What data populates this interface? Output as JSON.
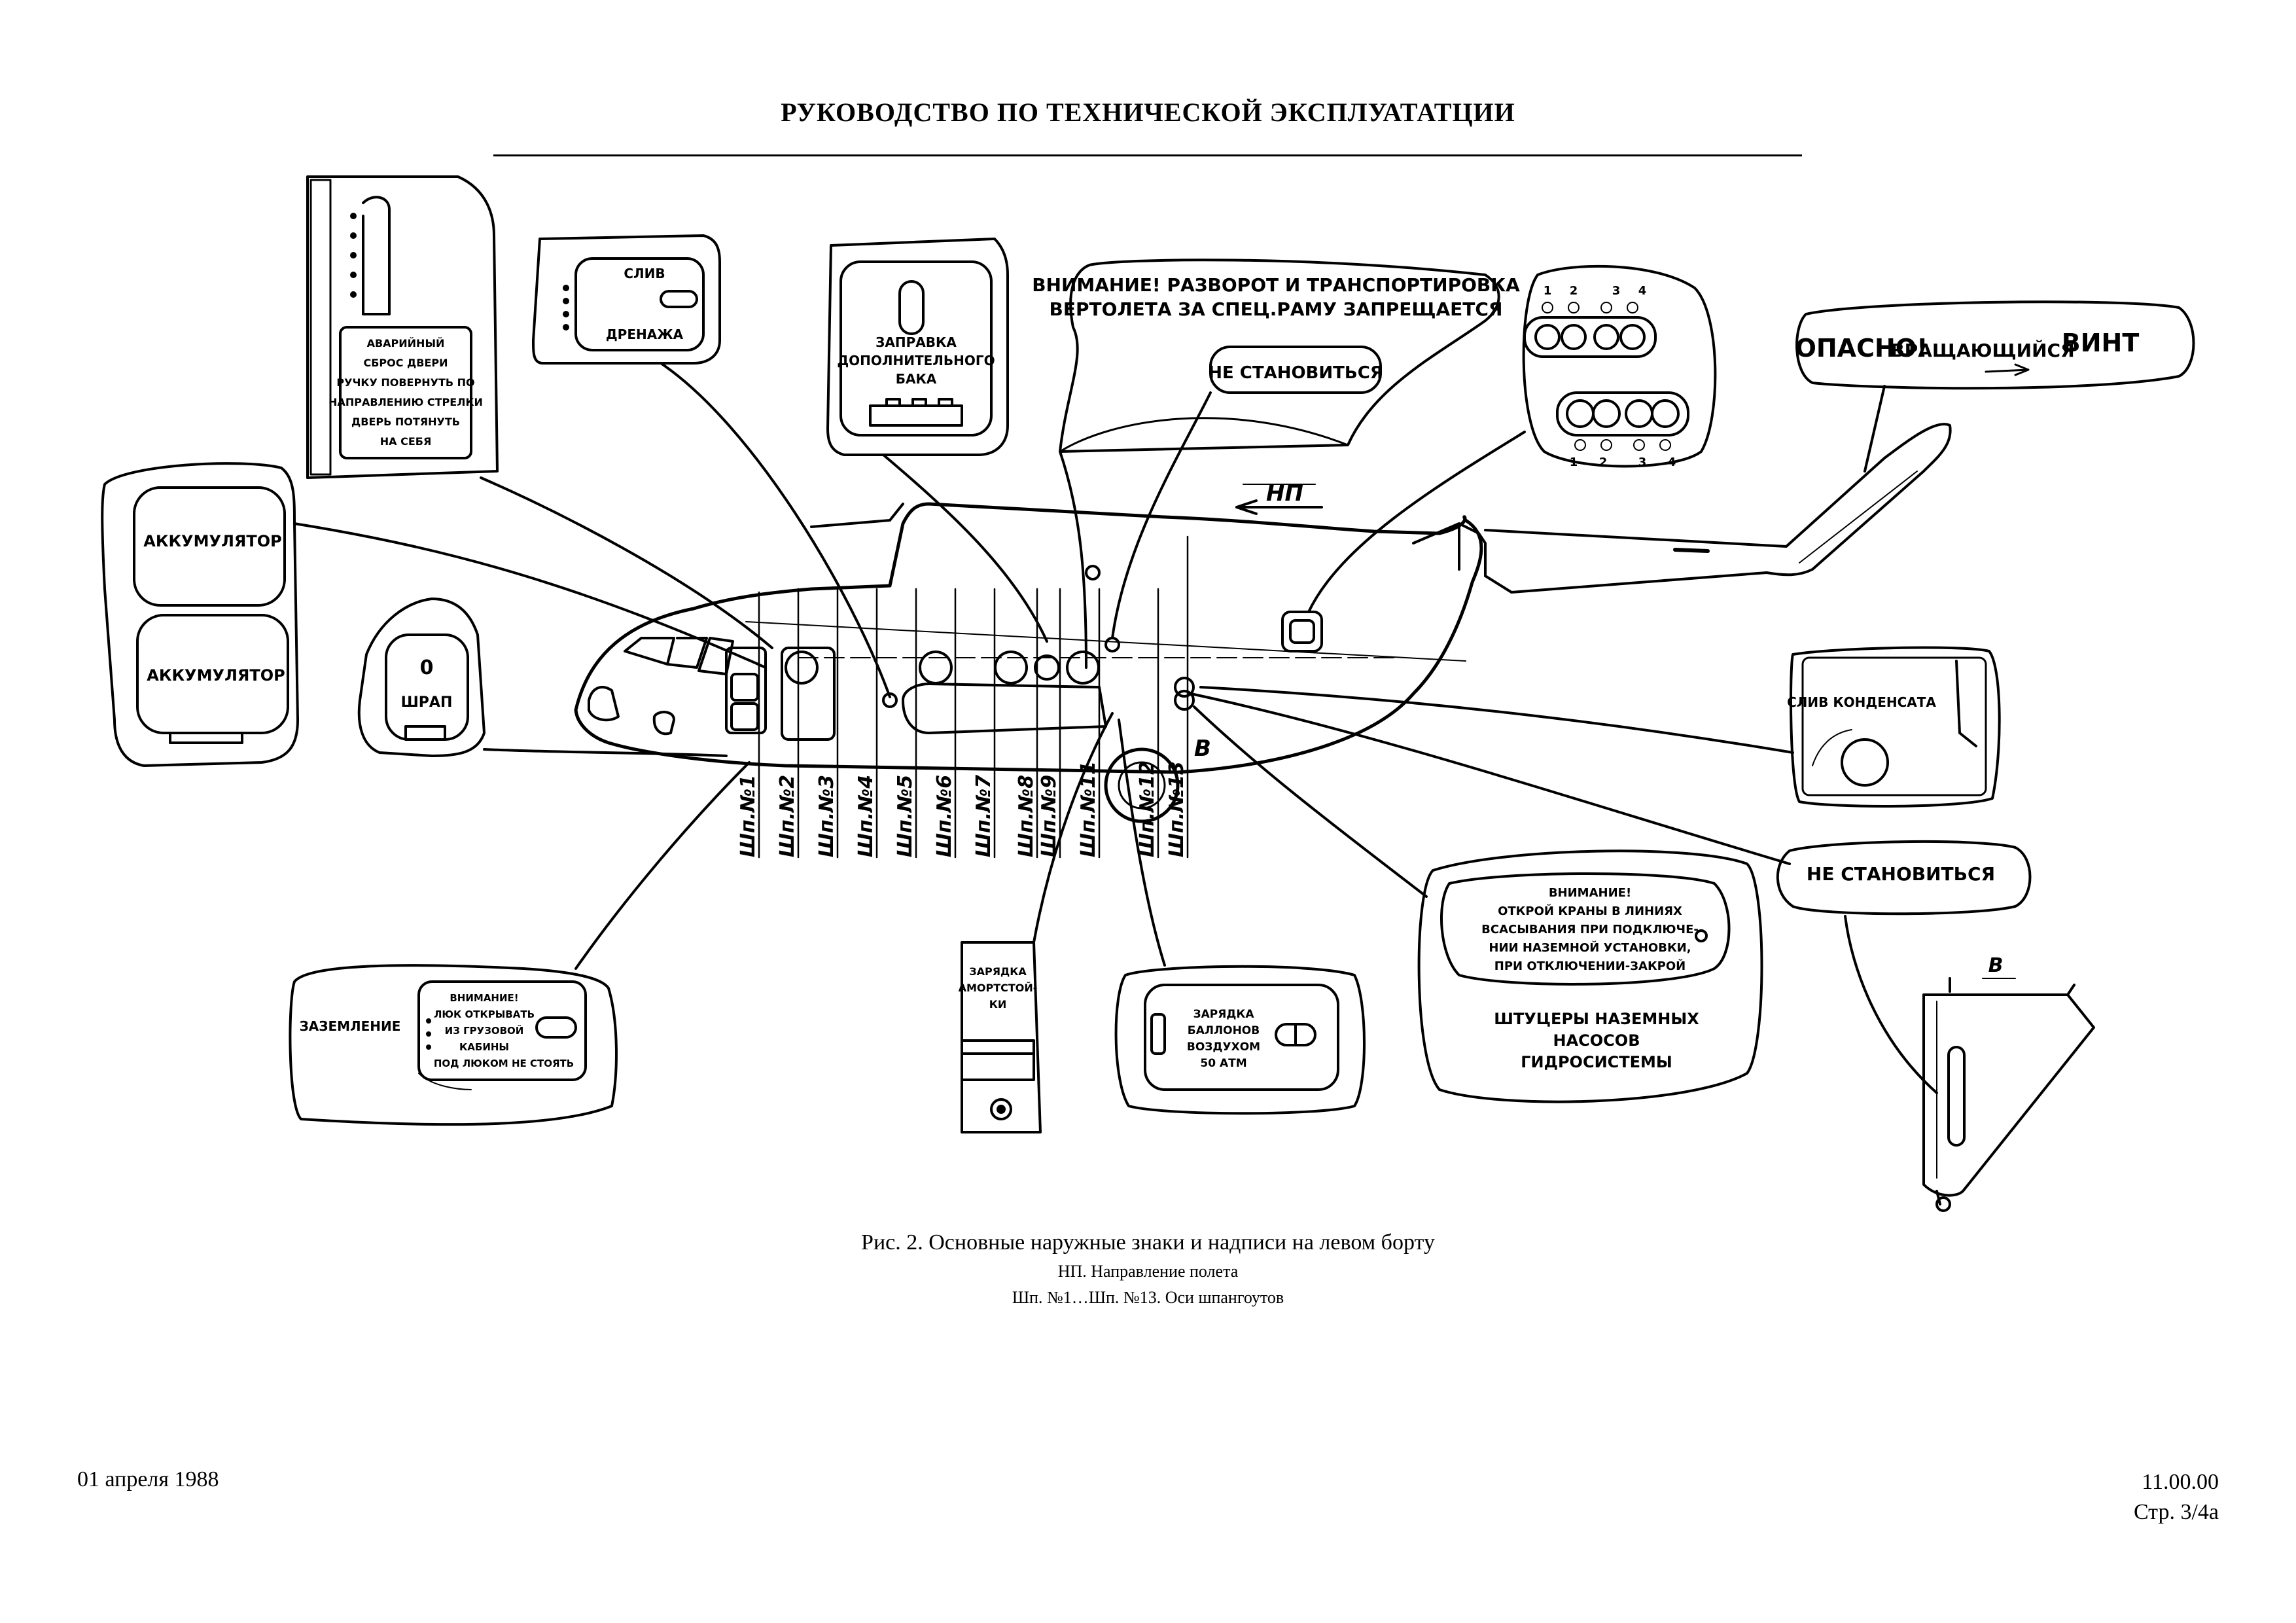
{
  "header": {
    "title": "РУКОВОДСТВО ПО ТЕХНИЧЕСКОЙ ЭКСПЛУАТАТЦИИ"
  },
  "figure": {
    "direction_label": "НП",
    "view_label": "В",
    "frame_labels": [
      "Шп.№1",
      "Шп.№2",
      "Шп.№3",
      "Шп.№4",
      "Шп.№5",
      "Шп.№6",
      "Шп.№7",
      "Шп.№8",
      "Шп.№9",
      "Шп.№11",
      "Шп.№12",
      "Шп.№13"
    ],
    "callouts": {
      "door_emergency": [
        "АВАРИЙНЫЙ",
        "СБРОС ДВЕРИ",
        "РУЧКУ ПОВЕРНУТЬ ПО",
        "НАПРАВЛЕНИЮ СТРЕЛКИ",
        "ДВЕРЬ ПОТЯНУТЬ",
        "НА СЕБЯ"
      ],
      "drain": [
        "СЛИВ",
        "ДРЕНАЖА"
      ],
      "extra_tank": [
        "ЗАПРАВКА",
        "ДОПОЛНИТЕЛЬНОГО",
        "БАКА"
      ],
      "warning_towing": [
        "ВНИМАНИЕ! РАЗВОРОТ И ТРАНСПОРТИРОВКА",
        "ВЕРТОЛЕТА ЗА СПЕЦ.РАМУ ЗАПРЕЩАЕТСЯ"
      ],
      "no_step": "НЕ СТАНОВИТЬСЯ",
      "connectors_top": [
        "1",
        "2",
        "3",
        "4"
      ],
      "connectors_bottom": [
        "1",
        "2",
        "3",
        "4"
      ],
      "danger_rotor": [
        "ОПАСНО!",
        "ВРАЩАЮЩИЙСЯ",
        "ВИНТ"
      ],
      "battery": "АККУМУЛЯТОР",
      "shrap": [
        "0",
        "ШРАП"
      ],
      "condensate": "СЛИВ КОНДЕНСАТА",
      "no_step_2": "НЕ СТАНОВИТЬСЯ",
      "hydraulic_warning": [
        "ВНИМАНИЕ!",
        "ОТКРОЙ КРАНЫ В ЛИНИЯХ",
        "ВСАСЫВАНИЯ ПРИ ПОДКЛЮЧЕ-",
        "НИИ НАЗЕМНОЙ УСТАНОВКИ,",
        "ПРИ ОТКЛЮЧЕНИИ-ЗАКРОЙ"
      ],
      "hydraulic_caption": [
        "ШТУЦЕРЫ НАЗЕМНЫХ",
        "НАСОСОВ",
        "ГИДРОСИСТЕМЫ"
      ],
      "grounding": "ЗАЗЕМЛЕНИЕ",
      "cargo_hatch": [
        "ВНИМАНИЕ!",
        "ЛЮК ОТКРЫВАТЬ",
        "ИЗ ГРУЗОВОЙ",
        "КАБИНЫ",
        "ПОД ЛЮКОМ НЕ СТОЯТЬ"
      ],
      "shock_strut": [
        "ЗАРЯДКА",
        "АМОРТСТОЙ-",
        "КИ"
      ],
      "air_bottles": [
        "ЗАРЯДКА",
        "БАЛЛОНОВ",
        "ВОЗДУХОМ",
        "50 АТМ"
      ]
    }
  },
  "caption": {
    "line1": "Рис. 2. Основные наружные знаки и надписи на левом борту",
    "line2": "НП. Направление полета",
    "line3": "Шп. №1…Шп. №13. Оси шпангоутов"
  },
  "footer": {
    "date": "01 апреля 1988",
    "code": "11.00.00",
    "page": "Стр. 3/4а"
  }
}
